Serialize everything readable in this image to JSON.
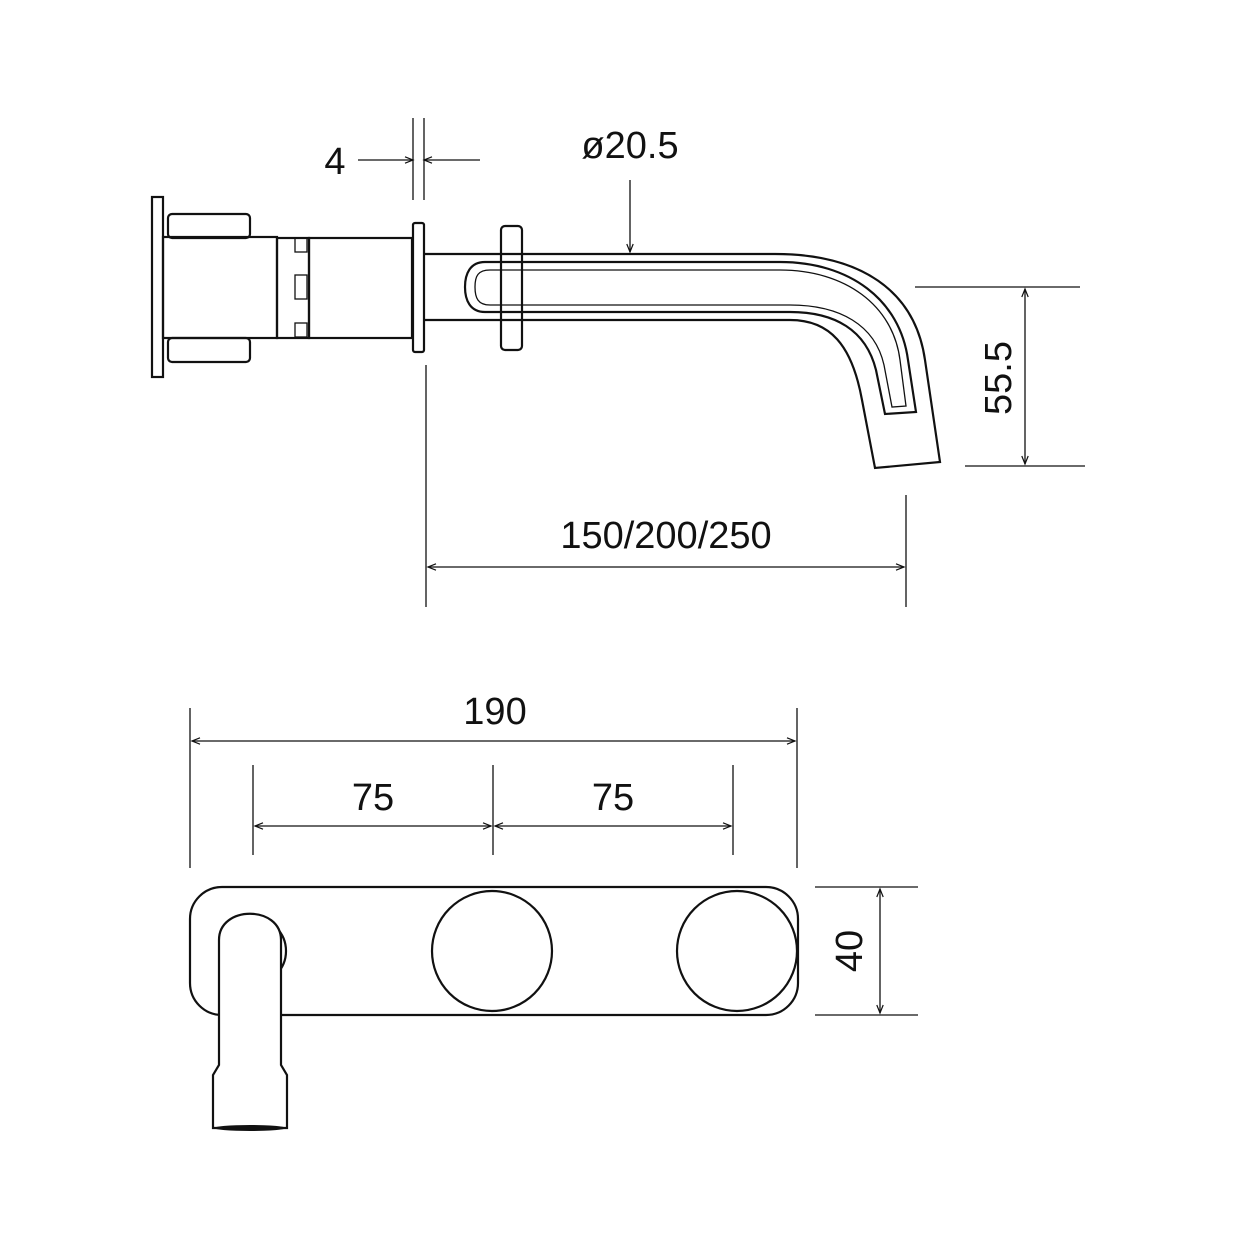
{
  "dimensions": {
    "gap": "4",
    "diameter": "ø20.5",
    "spout_height": "55.5",
    "spout_length": "150/200/250",
    "plate_width": "190",
    "spacing_left": "75",
    "spacing_right": "75",
    "plate_height": "40"
  },
  "colors": {
    "line": "#111111",
    "background": "#ffffff"
  }
}
